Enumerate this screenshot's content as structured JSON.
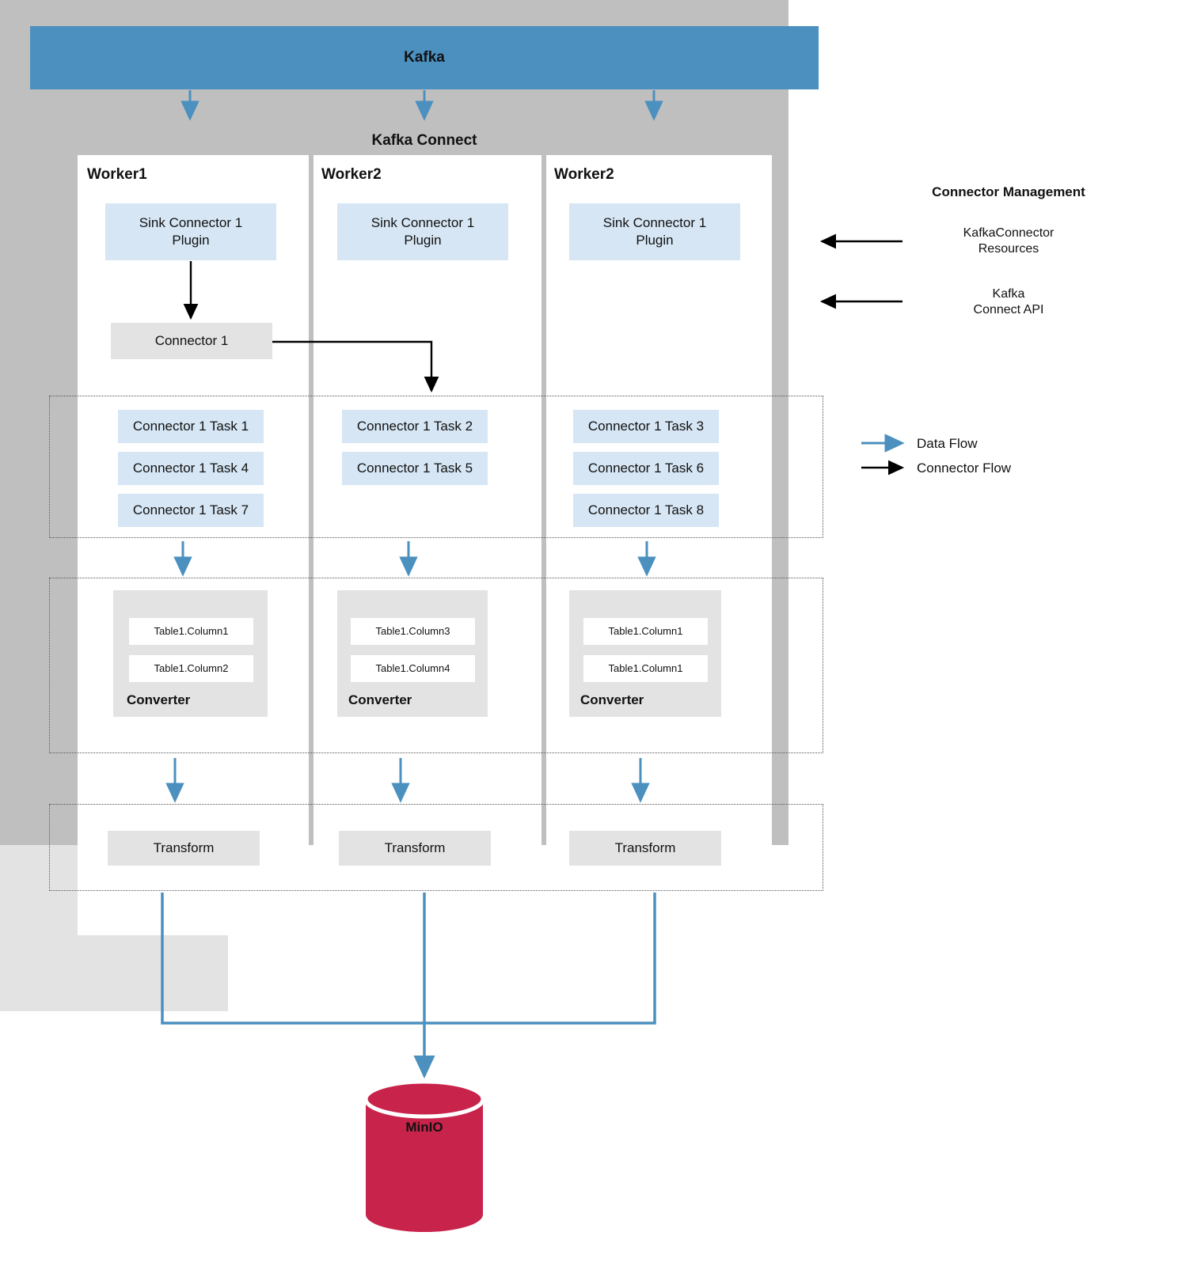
{
  "diagram": {
    "title": "Kafka Connect sink architecture to MinIO",
    "colors": {
      "kafka_blue": "#4b90bf",
      "connect_gray": "#bfbfbf",
      "panel_white": "#ffffff",
      "node_blue": "#d6e6f4",
      "node_gray": "#e3e3e3",
      "minio_red": "#c8234a",
      "data_flow_arrow": "#4b90bf",
      "connector_flow_arrow": "#000000"
    }
  },
  "kafka": {
    "label": "Kafka"
  },
  "connect": {
    "label": "Kafka Connect"
  },
  "workers": [
    {
      "label": "Worker1",
      "plugin": "Sink Connector 1\nPlugin",
      "plugin_line1": "Sink Connector 1",
      "plugin_line2": "Plugin",
      "connector": "Connector 1",
      "tasks": [
        "Connector 1 Task 1",
        "Connector 1 Task 4",
        "Connector 1 Task 7"
      ],
      "converter": {
        "label": "Converter",
        "columns": [
          "Table1.Column1",
          "Table1.Column2"
        ]
      },
      "transform": "Transform"
    },
    {
      "label": "Worker2",
      "plugin_line1": "Sink Connector 1",
      "plugin_line2": "Plugin",
      "connector": null,
      "tasks": [
        "Connector 1 Task 2",
        "Connector 1 Task 5"
      ],
      "converter": {
        "label": "Converter",
        "columns": [
          "Table1.Column3",
          "Table1.Column4"
        ]
      },
      "transform": "Transform"
    },
    {
      "label": "Worker2",
      "plugin_line1": "Sink Connector 1",
      "plugin_line2": "Plugin",
      "connector": null,
      "tasks": [
        "Connector 1 Task 3",
        "Connector 1 Task 6",
        "Connector 1 Task 8"
      ],
      "converter": {
        "label": "Converter",
        "columns": [
          "Table1.Column1",
          "Table1.Column1"
        ]
      },
      "transform": "Transform"
    }
  ],
  "connector_management": {
    "title": "Connector Management",
    "items": [
      {
        "line1": "KafkaConnector",
        "line2": "Resources"
      },
      {
        "line1": "Kafka",
        "line2": "Connect API"
      }
    ]
  },
  "legend": {
    "items": [
      {
        "label": "Data Flow",
        "color": "#4b90bf"
      },
      {
        "label": "Connector Flow",
        "color": "#000000"
      }
    ]
  },
  "sink": {
    "label": "MinIO"
  }
}
